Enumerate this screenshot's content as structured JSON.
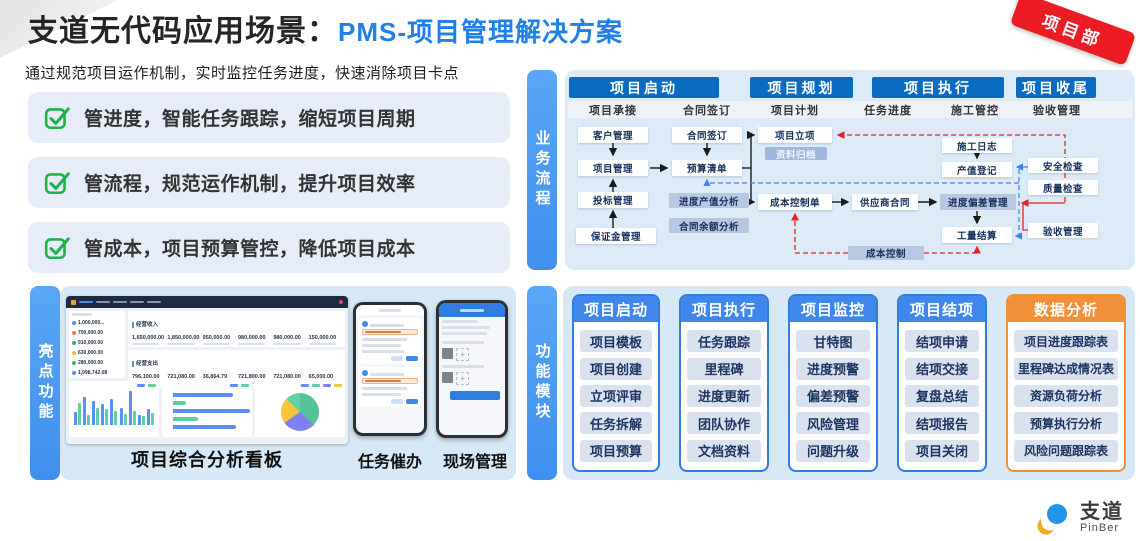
{
  "header": {
    "title_black": "支道无代码应用场景：",
    "title_blue": "PMS-项目管理解决方案",
    "ribbon": "项目部"
  },
  "intro": "通过规范项目运作机制，实时监控任务进度，快速消除项目卡点",
  "highlights": [
    "管进度，智能任务跟踪，缩短项目周期",
    "管流程，规范运作机制，提升项目效率",
    "管成本，项目预算管控，降低项目成本"
  ],
  "flow": {
    "label": "业务流程",
    "phases": [
      "项目启动",
      "项目规划",
      "项目执行",
      "项目收尾"
    ],
    "lanes": [
      "项目承接",
      "合同签订",
      "项目计划",
      "任务进度",
      "施工管控",
      "验收管理"
    ],
    "nodes": {
      "customer": "客户管理",
      "project_mgmt": "项目管理",
      "bidding": "投标管理",
      "deposit": "保证金管理",
      "contract_sign": "合同签订",
      "budget_list": "预算清单",
      "progress_value_analysis": "进度产值分析",
      "contract_balance_analysis": "合同余额分析",
      "project_approval": "项目立项",
      "archive": "资料归档",
      "cost_control_sheet": "成本控制单",
      "supplier_contract": "供应商合同",
      "construction_log": "施工日志",
      "output_register": "产值登记",
      "deviation_mgmt": "进度偏差管理",
      "work_settlement": "工量结算",
      "safety_check": "安全检查",
      "quality_check": "质量检查",
      "acceptance": "验收管理",
      "cost_control": "成本控制"
    }
  },
  "spotlight": {
    "label": "亮点功能",
    "dashboard_caption": "项目综合分析看板",
    "phone1_caption": "任务催办",
    "phone2_caption": "现场管理",
    "dashboard": {
      "sidebar_values": [
        "1,000,000...",
        "700,000.00",
        "910,000.00",
        "630,000.00",
        "280,000.00",
        "1,998,742.08"
      ],
      "income_title": "经营收入",
      "income_values": [
        "1,650,000.00",
        "1,850,000.00",
        "950,000.00",
        "980,000.00",
        "980,000.00",
        "150,000.00"
      ],
      "expense_title": "经营支出",
      "expense_values": [
        "796,100.00",
        "721,080.00",
        "36,864.79",
        "721,800.00",
        "721,080.00",
        "65,000.00"
      ],
      "mini_charts": {
        "pairs": [
          [
            35,
            62
          ],
          [
            78,
            28
          ],
          [
            68,
            48
          ],
          [
            58,
            45
          ],
          [
            72,
            38
          ],
          [
            48,
            30
          ],
          [
            95,
            40
          ],
          [
            28,
            24
          ],
          [
            45,
            33
          ]
        ],
        "hbars": [
          {
            "c": "#5b8ff9",
            "w": 72
          },
          {
            "c": "#5fd0a5",
            "w": 16
          },
          {
            "c": "#5b8ff9",
            "w": 92
          },
          {
            "c": "#5fd0a5",
            "w": 30
          },
          {
            "c": "#5b8ff9",
            "w": 75
          }
        ],
        "pie": [
          {
            "c": "#56c298",
            "d": 135
          },
          {
            "c": "#807ff0",
            "d": 100
          },
          {
            "c": "#f5c53c",
            "d": 80
          },
          {
            "c": "#68d0a6",
            "d": 45
          }
        ]
      }
    }
  },
  "modules": {
    "label": "功能模块",
    "columns": [
      {
        "header": "项目启动",
        "items": [
          "项目模板",
          "项目创建",
          "立项评审",
          "任务拆解",
          "项目预算"
        ]
      },
      {
        "header": "项目执行",
        "items": [
          "任务跟踪",
          "里程碑",
          "进度更新",
          "团队协作",
          "文档资料"
        ]
      },
      {
        "header": "项目监控",
        "items": [
          "甘特图",
          "进度预警",
          "偏差预警",
          "风险管理",
          "问题升级"
        ]
      },
      {
        "header": "项目结项",
        "items": [
          "结项申请",
          "结项交接",
          "复盘总结",
          "结项报告",
          "项目关闭"
        ]
      },
      {
        "header": "数据分析",
        "items": [
          "项目进度跟踪表",
          "里程碑达成情况表",
          "资源负荷分析",
          "预算执行分析",
          "风险问题跟踪表"
        ]
      }
    ]
  },
  "logo": {
    "name": "支道",
    "sub": "PinBer"
  },
  "colors": {
    "accent_blue": "#2080e8",
    "flow_header_blue": "#0a6bc2",
    "section_bar_blue": "#4b9bf3",
    "module_header_blue": "#3f87ea",
    "module_header_orange": "#f0913a",
    "ribbon_red": "#ed1c24",
    "check_green": "#21b14b",
    "panel_light_blue": "#d7e9f6"
  }
}
